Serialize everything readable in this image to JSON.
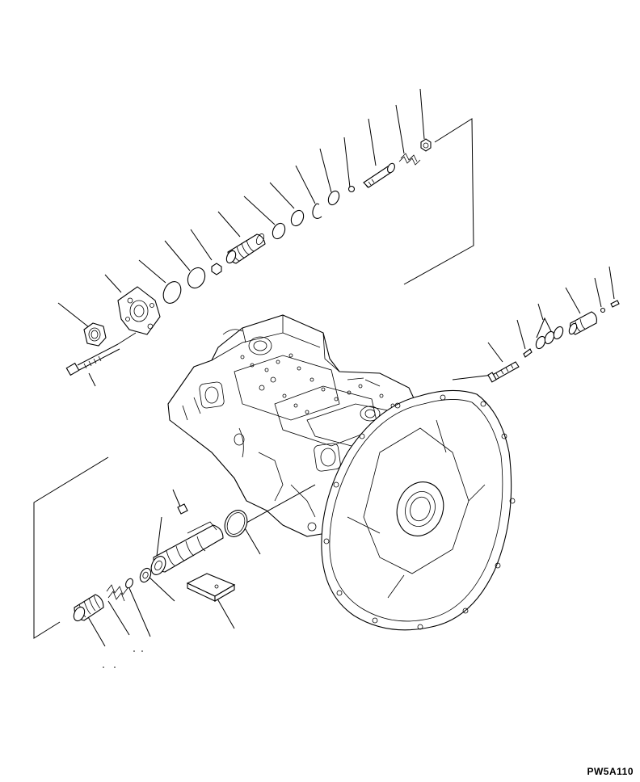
{
  "figure": {
    "reference_code": "PW5A110"
  },
  "parts": [
    {
      "id": "nut"
    },
    {
      "id": "flange"
    },
    {
      "id": "bolt"
    },
    {
      "id": "o-ring-1"
    },
    {
      "id": "o-ring-2"
    },
    {
      "id": "plug-small"
    },
    {
      "id": "spool"
    },
    {
      "id": "o-ring-3"
    },
    {
      "id": "o-ring-4"
    },
    {
      "id": "snap-ring"
    },
    {
      "id": "backup-ring"
    },
    {
      "id": "ball"
    },
    {
      "id": "pin"
    },
    {
      "id": "spring"
    },
    {
      "id": "cap-nut"
    },
    {
      "id": "valve-stem"
    },
    {
      "id": "pin-small"
    },
    {
      "id": "seal-rings"
    },
    {
      "id": "sleeve"
    },
    {
      "id": "ball-small"
    },
    {
      "id": "plug-tiny"
    },
    {
      "id": "pump-assembly"
    },
    {
      "id": "mounting-flange"
    },
    {
      "id": "o-ring-large"
    },
    {
      "id": "piston-sleeve"
    },
    {
      "id": "screw-small"
    },
    {
      "id": "collar"
    },
    {
      "id": "washer"
    },
    {
      "id": "spring-small"
    },
    {
      "id": "spring-large"
    },
    {
      "id": "block"
    }
  ]
}
